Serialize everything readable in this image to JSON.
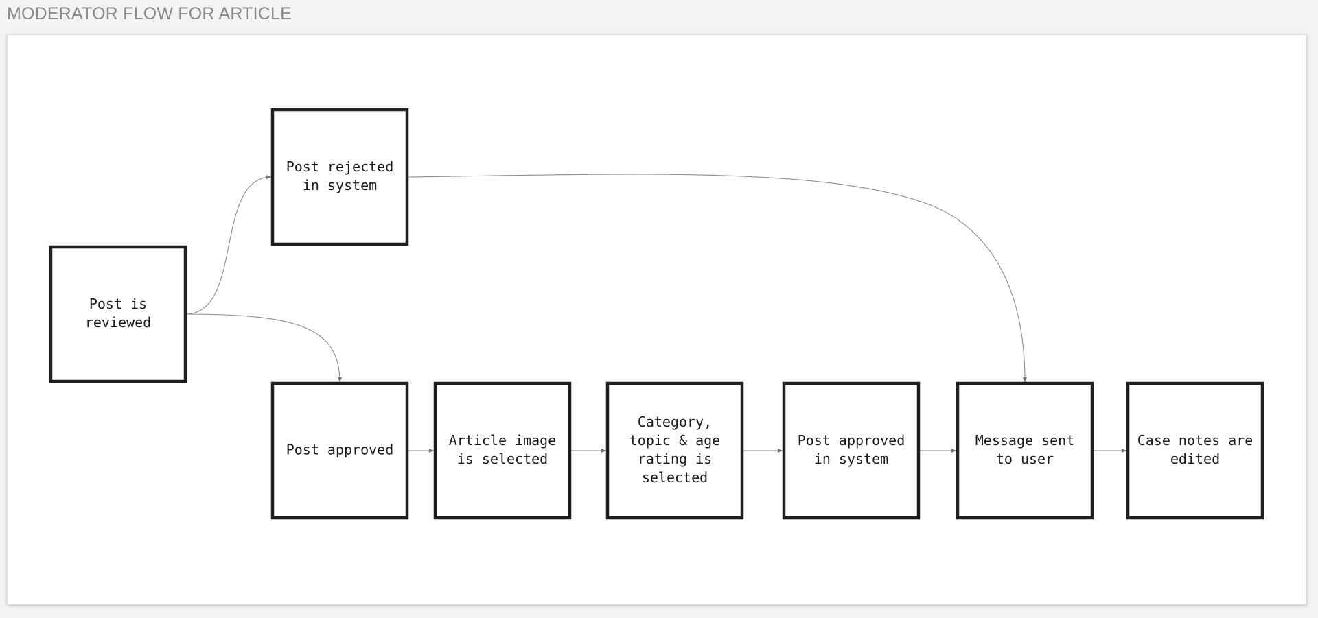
{
  "title": "MODERATOR FLOW FOR ARTICLE",
  "colors": {
    "node_border": "#1e1e1e",
    "edge": "#8c8c8c",
    "title": "#8a8a8a",
    "background": "#f3f3f3"
  },
  "nodes": [
    {
      "id": "post-is-reviewed",
      "lines": [
        "Post is",
        "reviewed"
      ]
    },
    {
      "id": "post-rejected-in-system",
      "lines": [
        "Post rejected",
        "in system"
      ]
    },
    {
      "id": "post-approved",
      "lines": [
        "Post approved"
      ]
    },
    {
      "id": "article-image-is-selected",
      "lines": [
        "Article image",
        "is selected"
      ]
    },
    {
      "id": "category-topic-age-rating-selected",
      "lines": [
        "Category,",
        "topic & age",
        "rating is",
        "selected"
      ]
    },
    {
      "id": "post-approved-in-system",
      "lines": [
        "Post approved",
        "in system"
      ]
    },
    {
      "id": "message-sent-to-user",
      "lines": [
        "Message sent",
        "to user"
      ]
    },
    {
      "id": "case-notes-are-edited",
      "lines": [
        "Case notes are",
        "edited"
      ]
    }
  ],
  "edges": [
    {
      "from": "post-is-reviewed",
      "to": "post-rejected-in-system"
    },
    {
      "from": "post-is-reviewed",
      "to": "post-approved"
    },
    {
      "from": "post-rejected-in-system",
      "to": "message-sent-to-user"
    },
    {
      "from": "post-approved",
      "to": "article-image-is-selected"
    },
    {
      "from": "article-image-is-selected",
      "to": "category-topic-age-rating-selected"
    },
    {
      "from": "category-topic-age-rating-selected",
      "to": "post-approved-in-system"
    },
    {
      "from": "post-approved-in-system",
      "to": "message-sent-to-user"
    },
    {
      "from": "message-sent-to-user",
      "to": "case-notes-are-edited"
    }
  ]
}
